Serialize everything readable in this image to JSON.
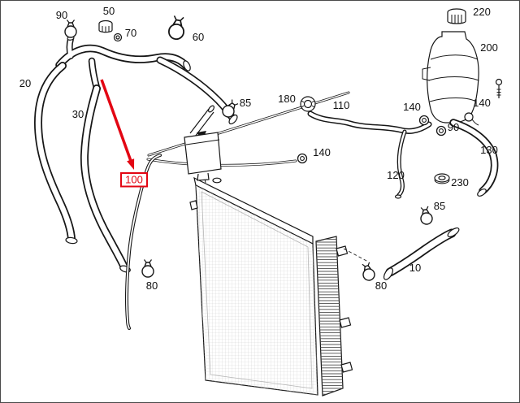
{
  "diagram": {
    "kind": "exploded-parts-diagram",
    "subject": "radiator-and-coolant-hoses",
    "background_color": "#ffffff",
    "line_color": "#161616",
    "highlight_color": "#e30613",
    "highlighted_part": "100"
  },
  "labels": {
    "clamp_90_top_left": "90",
    "cap_50": "50",
    "nut_70": "70",
    "clamp_60": "60",
    "hose_20": "20",
    "hose_30": "30",
    "clamp_85_upper": "85",
    "cap_180": "180",
    "hose_110": "110",
    "cap_220": "220",
    "expansion_tank_200": "200",
    "grommet_140_tank_left": "140",
    "clip_140_tank_right": "140",
    "grommet_90_tank": "90",
    "hose_130": "130",
    "pipe_120": "120",
    "cap_230": "230",
    "clamp_85_lower": "85",
    "hose_10": "10",
    "clamp_80_right": "80",
    "clamp_80_left": "80",
    "vent_hose_140_mid": "140",
    "hose_100_highlighted": "100"
  }
}
